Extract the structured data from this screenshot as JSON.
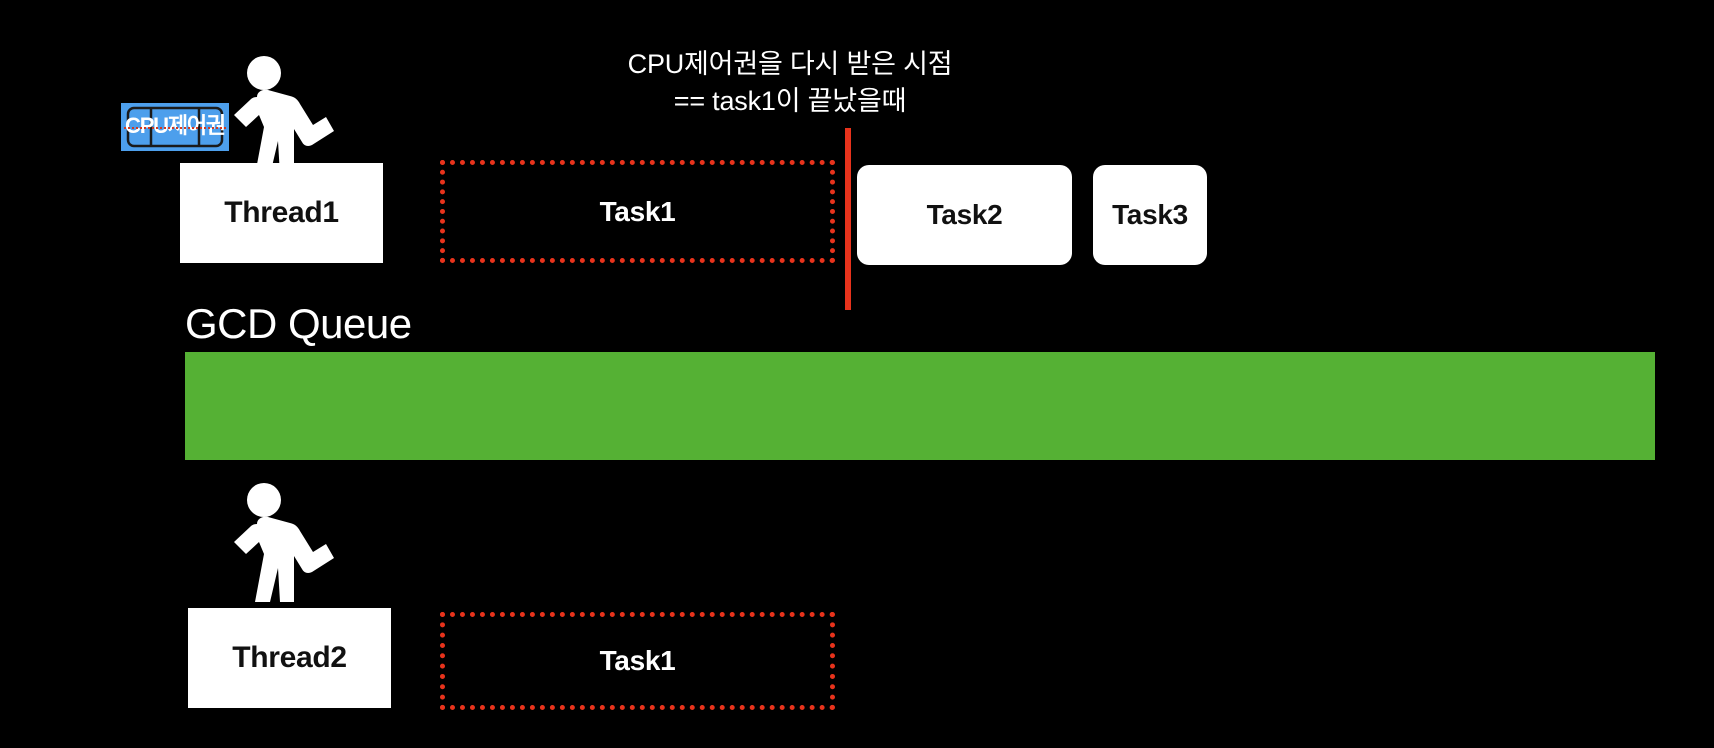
{
  "diagram": {
    "title_lines": [
      "CPU제어권을 다시 받은 시점",
      "== task1이 끝났을때"
    ],
    "background_color": "#000000",
    "accent_red": "#E8331C",
    "accent_green": "#55B134",
    "accent_blue": "#4D9FEC"
  },
  "ticket": {
    "label": "CPU제어권",
    "fill_color": "#4D9FEC",
    "text_color": "#FFFFFF"
  },
  "threads": [
    {
      "label": "Thread1",
      "icon": "running-person-icon"
    },
    {
      "label": "Thread2",
      "icon": "running-person-icon"
    }
  ],
  "thread1_tasks": [
    {
      "label": "Task1",
      "style": "dotted-red-outline"
    },
    {
      "label": "Task2",
      "style": "solid-white"
    },
    {
      "label": "Task3",
      "style": "solid-white"
    }
  ],
  "thread2_tasks": [
    {
      "label": "Task1",
      "style": "dotted-red-outline"
    }
  ],
  "queue": {
    "label": "GCD Queue",
    "bar_color": "#55B134"
  },
  "marker": {
    "name": "cpu-control-returned-marker",
    "color": "#E8331C"
  }
}
